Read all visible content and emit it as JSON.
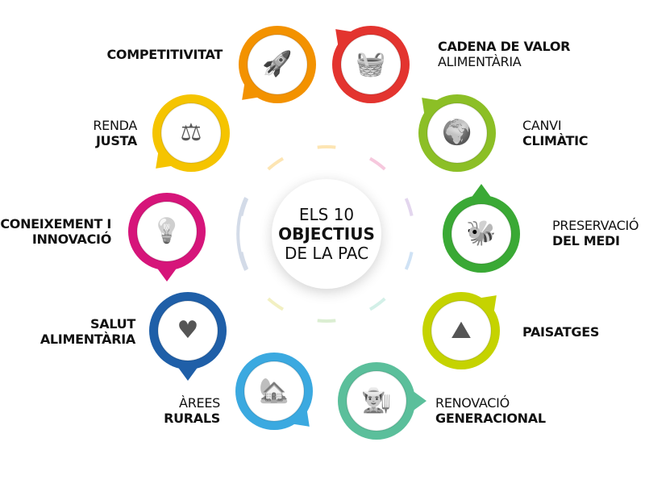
{
  "center": {
    "line1": "ELS 10",
    "line2": "OBJECTIUS",
    "line3": "DE LA PAC"
  },
  "objectives": [
    {
      "light": "",
      "bold": "COMPETITIVITAT",
      "icon": "rocket-icon",
      "color": "#f39200"
    },
    {
      "bold": "CADENA DE VALOR",
      "light": "ALIMENTÀRIA",
      "icon": "food-crate-icon",
      "color": "#e3342f"
    },
    {
      "light": "CANVI",
      "bold": "CLIMÀTIC",
      "icon": "globe-thermometer-icon",
      "color": "#8cbf26"
    },
    {
      "light": "PRESERVACIÓ",
      "bold": "DEL MEDI",
      "icon": "bee-icon",
      "color": "#3aa935"
    },
    {
      "light": "",
      "bold": "PAISATGES",
      "icon": "landscape-icon",
      "color": "#c5d300"
    },
    {
      "light": "RENOVACIÓ",
      "bold": "GENERACIONAL",
      "icon": "young-farmer-icon",
      "color": "#5bbf9b"
    },
    {
      "light": "ÀREES",
      "bold": "RURALS",
      "icon": "farmhouse-icon",
      "color": "#3ba9e0"
    },
    {
      "bold": "SALUT",
      "bold2": "ALIMENTÀRIA",
      "icon": "food-health-icon",
      "color": "#1f5fa8"
    },
    {
      "bold": "CONEIXEMENT I",
      "bold2": "INNOVACIÓ",
      "icon": "lightbulb-brain-icon",
      "color": "#d6157a"
    },
    {
      "light": "RENDA",
      "bold": "JUSTA",
      "icon": "farmer-scale-icon",
      "color": "#f5c400"
    }
  ]
}
